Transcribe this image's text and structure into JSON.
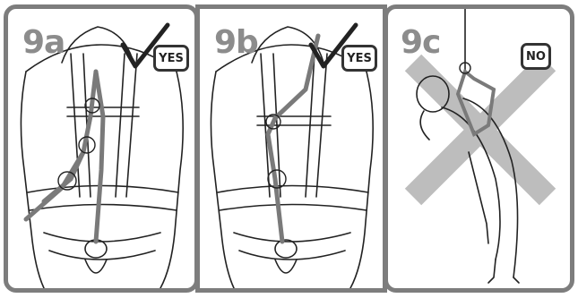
{
  "panels": [
    {
      "label": "9a",
      "badge": "YES"
    },
    {
      "label": "9b",
      "badge": "YES"
    },
    {
      "label": "9c",
      "badge": "NO"
    }
  ],
  "colors": {
    "border": "#7d7d7d",
    "label": "#8c8c8c",
    "cross": "#bdbdbd",
    "rope": "#7a7a7a",
    "outline": "#222222"
  },
  "icons": [
    "checkmark-icon",
    "x-cross-icon"
  ]
}
